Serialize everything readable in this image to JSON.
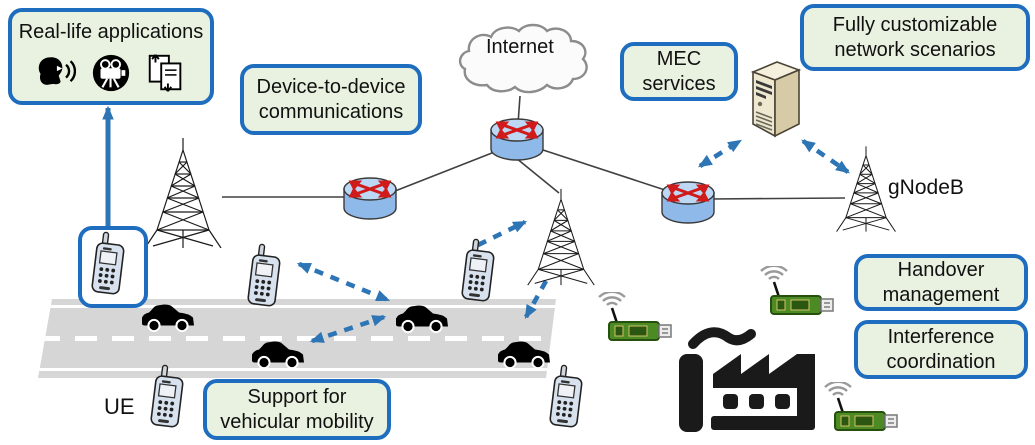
{
  "boxes": {
    "real_life": "Real-life applications",
    "d2d": "Device-to-device communications",
    "mec": "MEC services",
    "fully_customizable": "Fully customizable network scenarios",
    "handover": "Handover management",
    "interference": "Interference coordination",
    "vehicular": "Support for vehicular mobility"
  },
  "labels": {
    "internet": "Internet",
    "gnodeb": "gNodeB",
    "ue": "UE"
  },
  "icons": {
    "voice": "voice-icon",
    "video_camera": "video-camera-icon",
    "file_transfer": "file-transfer-icon",
    "cloud": "internet-cloud-icon",
    "router": "router-icon",
    "antenna_tower": "antenna-tower-icon",
    "server": "mec-server-icon",
    "phone": "mobile-phone-icon",
    "car": "car-icon",
    "factory": "factory-icon",
    "iot_sensor": "iot-sensor-node-icon",
    "wifi": "wifi-waves-icon"
  },
  "colors": {
    "box_fill": "#e9f2e0",
    "box_border": "#1e6dbe",
    "arrow_blue": "#2e75b6",
    "road_gray": "#d6d6d6",
    "router_fill": "#a9cef2",
    "router_arrow_red": "#d11a1a",
    "server_tan": "#efe8d0",
    "pcb_green": "#4c8a24"
  }
}
